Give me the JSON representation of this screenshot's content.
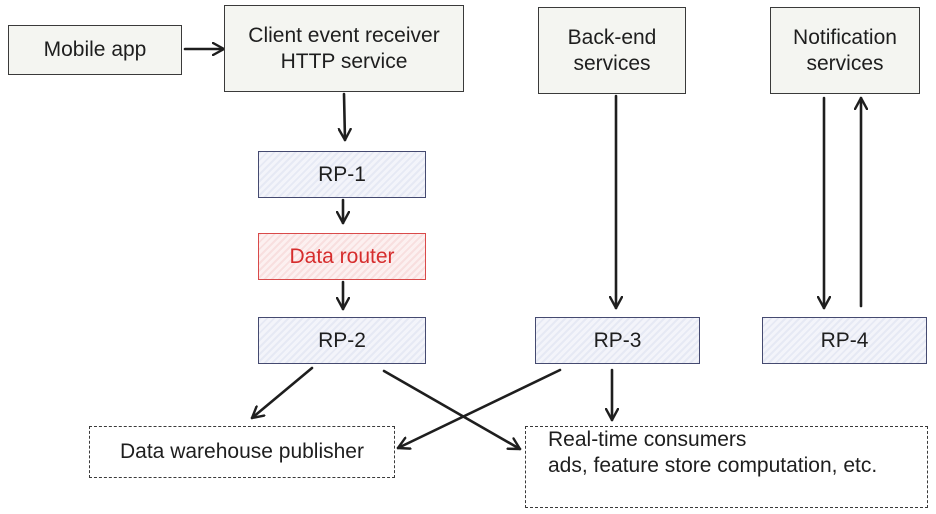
{
  "colors": {
    "stroke": "#1e1e1e",
    "rp_border": "#454a70",
    "router_text": "#d62d2d",
    "router_border": "#d94a4a"
  },
  "nodes": {
    "mobile_app": {
      "label": "Mobile app"
    },
    "client_receiver": {
      "line1": "Client event receiver",
      "line2": "HTTP service"
    },
    "backend": {
      "line1": "Back-end",
      "line2": "services"
    },
    "notification": {
      "line1": "Notification",
      "line2": "services"
    },
    "rp1": {
      "label": "RP-1"
    },
    "router": {
      "label": "Data router"
    },
    "rp2": {
      "label": "RP-2"
    },
    "rp3": {
      "label": "RP-3"
    },
    "rp4": {
      "label": "RP-4"
    },
    "warehouse": {
      "label": "Data warehouse publisher"
    },
    "realtime": {
      "line1": "Real-time consumers",
      "line2": "ads, feature store computation, etc."
    }
  },
  "edges": [
    {
      "from": "Mobile app",
      "to": "Client event receiver HTTP service"
    },
    {
      "from": "Client event receiver HTTP service",
      "to": "RP-1"
    },
    {
      "from": "RP-1",
      "to": "Data router"
    },
    {
      "from": "Data router",
      "to": "RP-2"
    },
    {
      "from": "Back-end services",
      "to": "RP-3"
    },
    {
      "from": "Notification services",
      "to": "RP-4"
    },
    {
      "from": "RP-4",
      "to": "Notification services"
    },
    {
      "from": "RP-2",
      "to": "Data warehouse publisher"
    },
    {
      "from": "RP-2",
      "to": "Real-time consumers"
    },
    {
      "from": "RP-3",
      "to": "Data warehouse publisher"
    },
    {
      "from": "RP-3",
      "to": "Real-time consumers"
    }
  ]
}
